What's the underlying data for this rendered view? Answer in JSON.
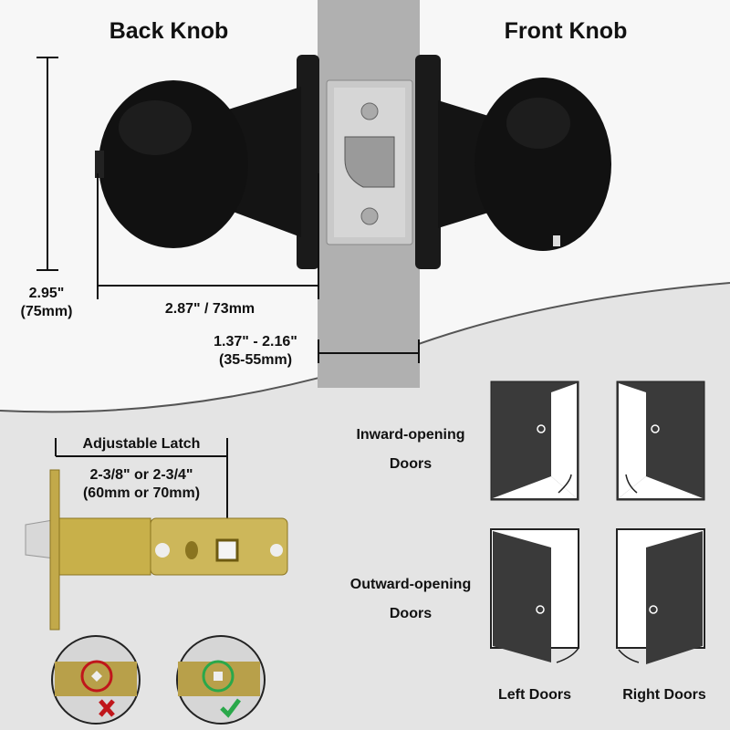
{
  "knob": {
    "back_label": "Back Knob",
    "front_label": "Front Knob",
    "height_in": "2.95\"",
    "height_mm": "(75mm)",
    "length": "2.87\" / 73mm",
    "door_thickness_in": "1.37\" - 2.16\"",
    "door_thickness_mm": "(35-55mm)"
  },
  "latch": {
    "title": "Adjustable Latch",
    "backset_in": "2-3/8\" or 2-3/4\"",
    "backset_mm": "(60mm or 70mm)",
    "wrong_icon": "x-mark-icon",
    "right_icon": "check-mark-icon"
  },
  "doors": {
    "inward_label_1": "Inward-opening",
    "inward_label_2": "Doors",
    "outward_label_1": "Outward-opening",
    "outward_label_2": "Doors",
    "left_label": "Left Doors",
    "right_label": "Right Doors"
  },
  "colors": {
    "knob": "#111111",
    "door": "#b0b0b0",
    "brass": "#c8b04a",
    "wrong": "#c0161b",
    "right": "#2aa84a"
  }
}
